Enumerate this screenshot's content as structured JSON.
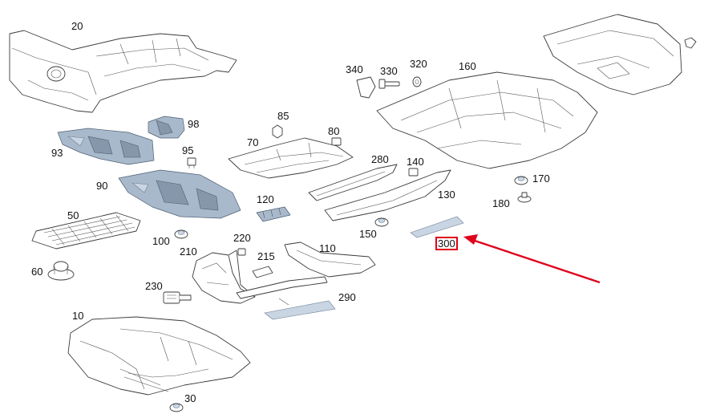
{
  "diagram": {
    "callouts": [
      {
        "name": "callout-20",
        "label": "20"
      },
      {
        "name": "callout-98",
        "label": "98"
      },
      {
        "name": "callout-93",
        "label": "93"
      },
      {
        "name": "callout-95",
        "label": "95"
      },
      {
        "name": "callout-90",
        "label": "90"
      },
      {
        "name": "callout-50",
        "label": "50"
      },
      {
        "name": "callout-100",
        "label": "100"
      },
      {
        "name": "callout-60",
        "label": "60"
      },
      {
        "name": "callout-210",
        "label": "210"
      },
      {
        "name": "callout-220",
        "label": "220"
      },
      {
        "name": "callout-215",
        "label": "215"
      },
      {
        "name": "callout-230",
        "label": "230"
      },
      {
        "name": "callout-10",
        "label": "10"
      },
      {
        "name": "callout-30",
        "label": "30"
      },
      {
        "name": "callout-85",
        "label": "85"
      },
      {
        "name": "callout-80",
        "label": "80"
      },
      {
        "name": "callout-70",
        "label": "70"
      },
      {
        "name": "callout-120",
        "label": "120"
      },
      {
        "name": "callout-110",
        "label": "110"
      },
      {
        "name": "callout-290",
        "label": "290"
      },
      {
        "name": "callout-340",
        "label": "340"
      },
      {
        "name": "callout-330",
        "label": "330"
      },
      {
        "name": "callout-320",
        "label": "320"
      },
      {
        "name": "callout-160",
        "label": "160"
      },
      {
        "name": "callout-280",
        "label": "280"
      },
      {
        "name": "callout-140",
        "label": "140"
      },
      {
        "name": "callout-130",
        "label": "130"
      },
      {
        "name": "callout-150",
        "label": "150"
      },
      {
        "name": "callout-170",
        "label": "170"
      },
      {
        "name": "callout-180",
        "label": "180"
      },
      {
        "name": "callout-300",
        "label": "300",
        "highlighted": true
      }
    ],
    "colors": {
      "highlight_box": "#e0001b",
      "arrow": "#e0001b",
      "part_fill": "#a9b9cc",
      "outline": "#3a3a3a"
    }
  }
}
